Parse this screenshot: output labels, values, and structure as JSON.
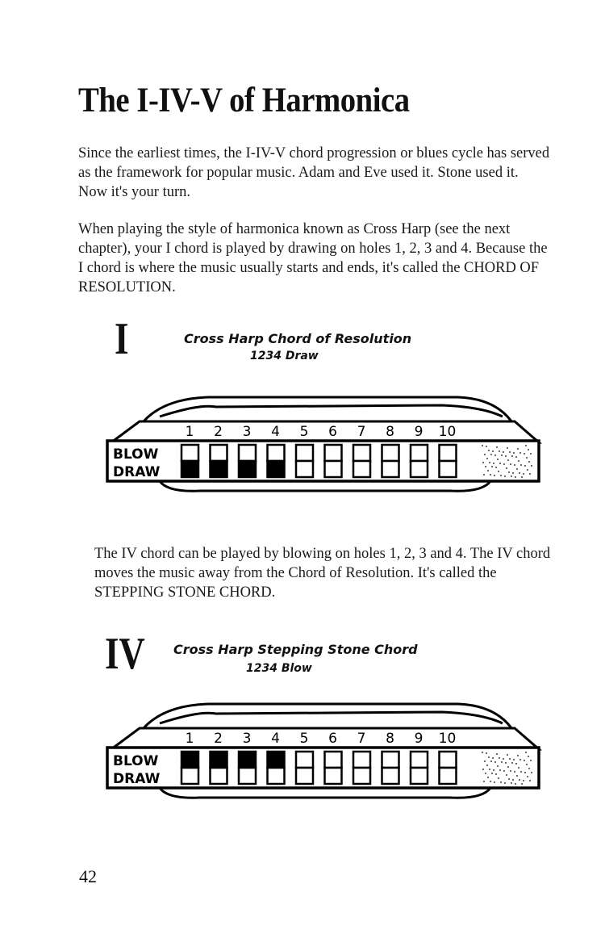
{
  "title": "The I-IV-V of Harmonica",
  "paragraphs": [
    "Since the earliest times, the I-IV-V chord progression or blues cycle has served as the framework for popular music. Adam and Eve used it. Stone used it. Now it's your turn.",
    "When playing the style of harmonica known as Cross Harp (see the next chapter), your I chord is played by drawing on holes 1, 2, 3 and 4. Because the I chord is where the music usually starts and ends, it's called the CHORD OF RESOLUTION.",
    "The IV chord can be played by blowing on holes 1, 2, 3 and 4. The IV chord moves the music away from the Chord of Resolution. It's called the STEPPING STONE CHORD."
  ],
  "figures": [
    {
      "numeral": "I",
      "caption": "Cross Harp Chord of Resolution",
      "subcaption": "1234 Draw",
      "blow_label": "BLOW",
      "draw_label": "DRAW",
      "holes": [
        "1",
        "2",
        "3",
        "4",
        "5",
        "6",
        "7",
        "8",
        "9",
        "10"
      ],
      "filled": [
        "draw",
        "draw",
        "draw",
        "draw",
        "none",
        "none",
        "none",
        "none",
        "none",
        "none"
      ]
    },
    {
      "numeral": "IV",
      "caption": "Cross Harp Stepping Stone Chord",
      "subcaption": "1234 Blow",
      "blow_label": "BLOW",
      "draw_label": "DRAW",
      "holes": [
        "1",
        "2",
        "3",
        "4",
        "5",
        "6",
        "7",
        "8",
        "9",
        "10"
      ],
      "filled": [
        "blow",
        "blow",
        "blow",
        "blow",
        "none",
        "none",
        "none",
        "none",
        "none",
        "none"
      ]
    }
  ],
  "page_number": "42"
}
